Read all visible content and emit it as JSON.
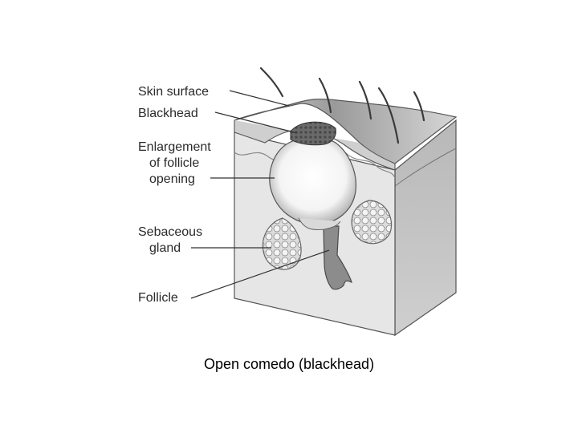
{
  "labels": {
    "skin_surface": "Skin surface",
    "blackhead": "Blackhead",
    "enlargement_1": "Enlargement",
    "enlargement_2": "of follicle",
    "enlargement_3": "opening",
    "sebaceous_1": "Sebaceous",
    "sebaceous_2": "gland",
    "follicle": "Follicle"
  },
  "caption": "Open comedo (blackhead)"
}
